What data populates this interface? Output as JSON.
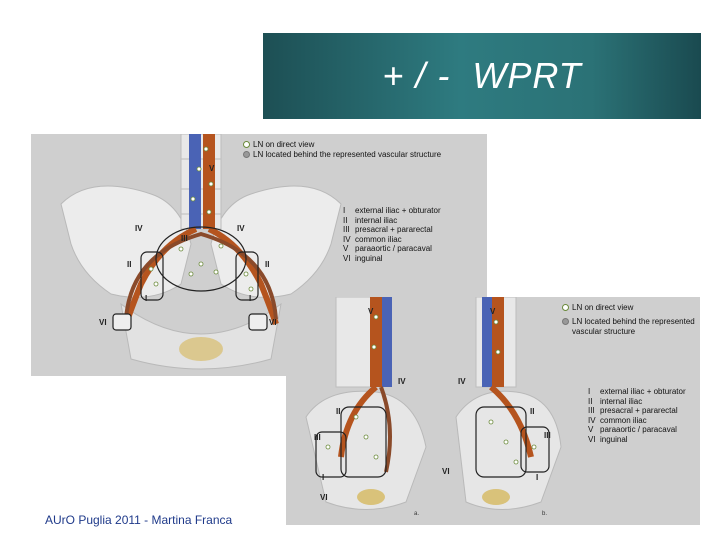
{
  "slide": {
    "title": "+ / -  WPRT",
    "footer": "AUrO Puglia 2011 - Martina Franca"
  },
  "figure_1": {
    "legend": [
      {
        "label": "LN on direct view",
        "icon": "open-dot-icon"
      },
      {
        "label": "LN located behind the represented vascular structure",
        "icon": "gray-dot-icon"
      }
    ],
    "regions": [
      {
        "numeral": "I",
        "label": "external iliac + obturator"
      },
      {
        "numeral": "II",
        "label": "internal iliac"
      },
      {
        "numeral": "III",
        "label": "presacral + pararectal"
      },
      {
        "numeral": "IV",
        "label": "common iliac"
      },
      {
        "numeral": "V",
        "label": "paraaortic / paracaval"
      },
      {
        "numeral": "VI",
        "label": "inguinal"
      }
    ],
    "anatomy_labels": [
      "V",
      "IV",
      "IV",
      "III",
      "II",
      "II",
      "I",
      "I",
      "VI",
      "VI"
    ]
  },
  "figure_2": {
    "legend": [
      {
        "label": "LN on direct view",
        "icon": "open-dot-icon"
      },
      {
        "label": "LN located behind the represented",
        "icon": "gray-dot-icon"
      },
      {
        "label": "vascular structure",
        "icon": ""
      }
    ],
    "regions": [
      {
        "numeral": "I",
        "label": "external iliac + obturator"
      },
      {
        "numeral": "II",
        "label": "internal iliac"
      },
      {
        "numeral": "III",
        "label": "presacral + pararectal"
      },
      {
        "numeral": "IV",
        "label": "common iliac"
      },
      {
        "numeral": "V",
        "label": "paraaortic / paracaval"
      },
      {
        "numeral": "VI",
        "label": "inguinal"
      }
    ],
    "anatomy_labels": [
      "V",
      "V",
      "IV",
      "IV",
      "III",
      "III",
      "II",
      "II",
      "I",
      "I",
      "VI",
      "VI"
    ],
    "panel_labels": [
      "a.",
      "b."
    ]
  },
  "colors": {
    "title_bar": "#2e7b80",
    "artery": "#b5541e",
    "vein": "#4a63b5",
    "bone": "#e6e6e6",
    "bladder": "#d9c27a",
    "footer_text": "#1f3a8a"
  }
}
